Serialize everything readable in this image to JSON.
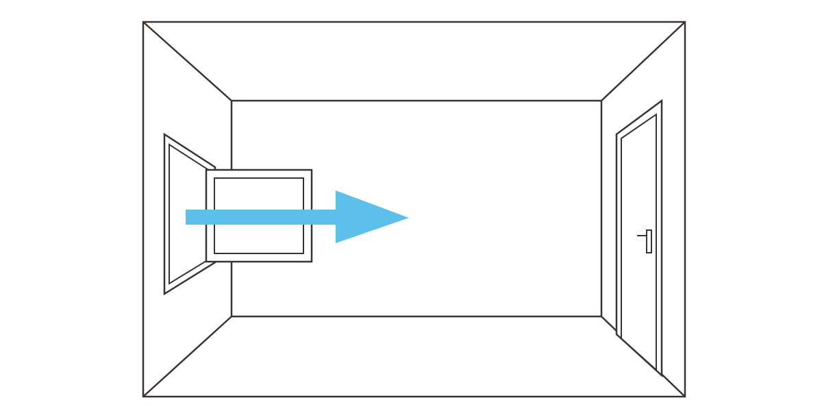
{
  "diagram": {
    "colors": {
      "line": "#3a3230",
      "arrow": "#5cc0ea",
      "background": "#ffffff"
    },
    "icons": {
      "airflow": "airflow-arrow-icon",
      "door_handle": "door-handle-icon"
    },
    "elements": {
      "room": "room-outline",
      "window": "open-window",
      "door": "door"
    }
  }
}
